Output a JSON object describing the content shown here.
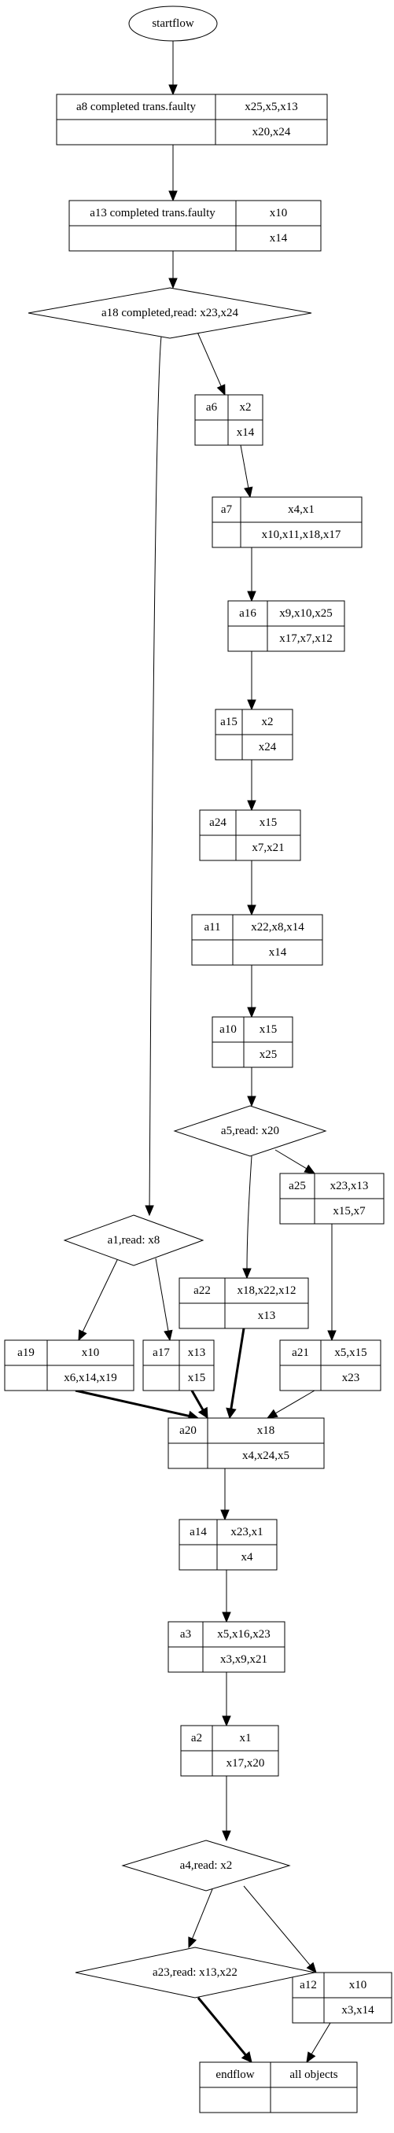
{
  "start": {
    "label": "startflow"
  },
  "activities": {
    "a8": {
      "name": "a8 completed trans.faulty",
      "top": "x25,x5,x13",
      "bottom": "x20,x24"
    },
    "a13": {
      "name": "a13 completed trans.faulty",
      "top": "x10",
      "bottom": "x14"
    },
    "a6": {
      "name": "a6",
      "top": "x2",
      "bottom": "x14"
    },
    "a7": {
      "name": "a7",
      "top": "x4,x1",
      "bottom": "x10,x11,x18,x17"
    },
    "a16": {
      "name": "a16",
      "top": "x9,x10,x25",
      "bottom": "x17,x7,x12"
    },
    "a15": {
      "name": "a15",
      "top": "x2",
      "bottom": "x24"
    },
    "a24": {
      "name": "a24",
      "top": "x15",
      "bottom": "x7,x21"
    },
    "a11": {
      "name": "a11",
      "top": "x22,x8,x14",
      "bottom": "x14"
    },
    "a10": {
      "name": "a10",
      "top": "x15",
      "bottom": "x25"
    },
    "a25": {
      "name": "a25",
      "top": "x23,x13",
      "bottom": "x15,x7"
    },
    "a22": {
      "name": "a22",
      "top": "x18,x22,x12",
      "bottom": "x13"
    },
    "a19": {
      "name": "a19",
      "top": "x10",
      "bottom": "x6,x14,x19"
    },
    "a17": {
      "name": "a17",
      "top": "x13",
      "bottom": "x15"
    },
    "a21": {
      "name": "a21",
      "top": "x5,x15",
      "bottom": "x23"
    },
    "a20": {
      "name": "a20",
      "top": "x18",
      "bottom": "x4,x24,x5"
    },
    "a14": {
      "name": "a14",
      "top": "x23,x1",
      "bottom": "x4"
    },
    "a3": {
      "name": "a3",
      "top": "x5,x16,x23",
      "bottom": "x3,x9,x21"
    },
    "a2": {
      "name": "a2",
      "top": "x1",
      "bottom": "x17,x20"
    },
    "a12": {
      "name": "a12",
      "top": "x10",
      "bottom": "x3,x14"
    }
  },
  "decisions": {
    "a18": "a18 completed,read: x23,x24",
    "a5": "a5,read: x20",
    "a1": "a1,read: x8",
    "a4": "a4,read: x2",
    "a23": "a23,read: x13,x22"
  },
  "end": {
    "label": "endflow",
    "note": "all objects"
  }
}
